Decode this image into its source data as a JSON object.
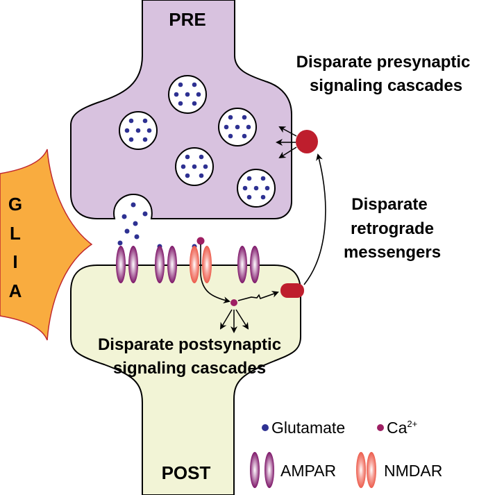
{
  "labels": {
    "pre": "PRE",
    "post": "POST",
    "glia": [
      "G",
      "L",
      "I",
      "A"
    ],
    "presynaptic_line1": "Disparate presynaptic",
    "presynaptic_line2": "signaling cascades",
    "retrograde_line1": "Disparate",
    "retrograde_line2": "retrograde",
    "retrograde_line3": "messengers",
    "postsynaptic_line1": "Disparate postsynaptic",
    "postsynaptic_line2": "signaling cascades"
  },
  "legend": {
    "glutamate": "Glutamate",
    "calcium": "Ca",
    "calcium_sup": "2+",
    "ampar": "AMPAR",
    "nmdar": "NMDAR"
  },
  "colors": {
    "pre_terminal": "#d8c2df",
    "post_terminal": "#f2f4d6",
    "glia": "#f9ac3f",
    "glia_outline": "#c0282e",
    "glutamate": "#2e3192",
    "calcium": "#9e1f63",
    "ampar": "#7d1668",
    "nmdar": "#ef6a5a",
    "messenger": "#be1e2d"
  }
}
